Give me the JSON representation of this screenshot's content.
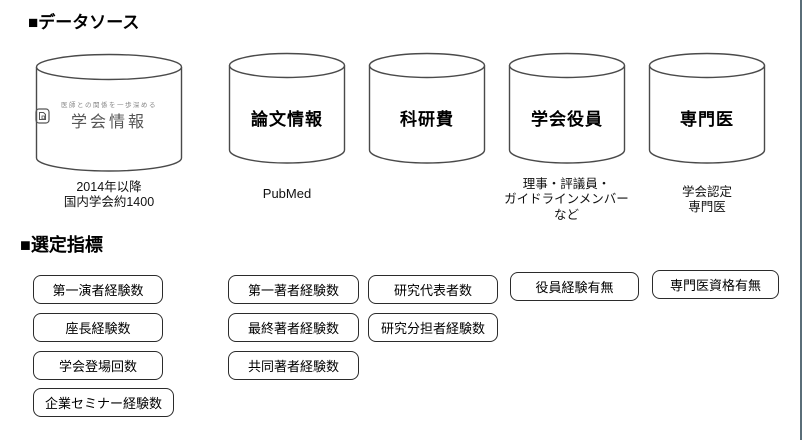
{
  "titles": {
    "datasources": "■データソース",
    "indicators": "■選定指標"
  },
  "datasources": [
    {
      "name": "学会情報",
      "tagline": "医師との関係を一歩深める",
      "note": "2014年以降\n国内学会約1400"
    },
    {
      "name": "論文情報",
      "note": "PubMed"
    },
    {
      "name": "科研費",
      "note": ""
    },
    {
      "name": "学会役員",
      "note": "理事・評議員・\nガイドラインメンバー\nなど"
    },
    {
      "name": "専門医",
      "note": "学会認定\n専門医"
    }
  ],
  "indicators": {
    "columns": [
      {
        "items": [
          "第一演者経験数",
          "座長経験数",
          "学会登場回数",
          "企業セミナー経験数"
        ]
      },
      {
        "items": [
          "第一著者経験数",
          "最終著者経験数",
          "共同著者経験数"
        ]
      },
      {
        "items": [
          "研究代表者数",
          "研究分担者経験数"
        ]
      },
      {
        "items": [
          "役員経験有無"
        ]
      },
      {
        "items": [
          "専門医資格有無"
        ]
      }
    ]
  },
  "colors": {
    "right_edge": "#5a6e78",
    "cylinder_stroke": "#4a4a4a",
    "box_border": "#2b2b2b"
  }
}
